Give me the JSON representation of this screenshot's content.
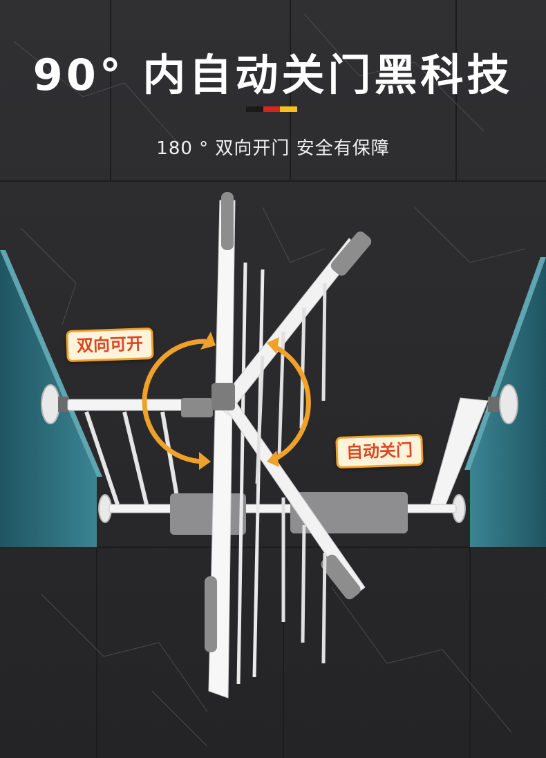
{
  "headline": "90° 内自动关门黑科技",
  "subtitle": "180 ° 双向开门 安全有保障",
  "tags": {
    "bidirectional": "双向可开",
    "auto_close": "自动关门"
  },
  "colors": {
    "background": "#2b2b2d",
    "accent_orange": "#efa12a",
    "tag_text": "#d9481e",
    "wall_teal": "#2c6f7c",
    "divider": [
      "#1a1a1a",
      "#d8261c",
      "#f4c21a"
    ]
  },
  "icons": [
    "rotation-arrow-icon"
  ]
}
